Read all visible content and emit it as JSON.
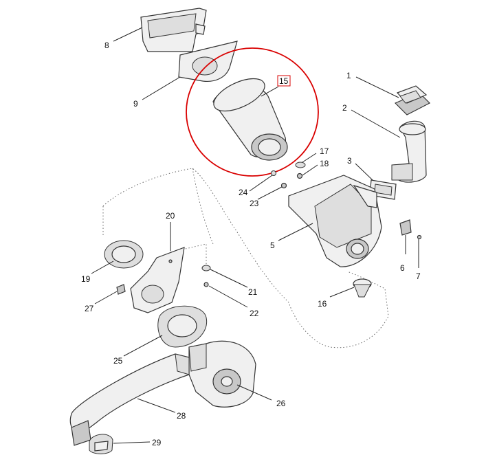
{
  "callouts": {
    "p1": "1",
    "p2": "2",
    "p3": "3",
    "p5": "5",
    "p6": "6",
    "p7": "7",
    "p8": "8",
    "p9": "9",
    "p15": "15",
    "p16": "16",
    "p17": "17",
    "p18": "18",
    "p19": "19",
    "p20": "20",
    "p21": "21",
    "p22": "22",
    "p23": "23",
    "p24": "24",
    "p25": "25",
    "p26": "26",
    "p27": "27",
    "p28": "28",
    "p29": "29"
  },
  "highlight": {
    "part": "15",
    "color": "#d90000"
  }
}
